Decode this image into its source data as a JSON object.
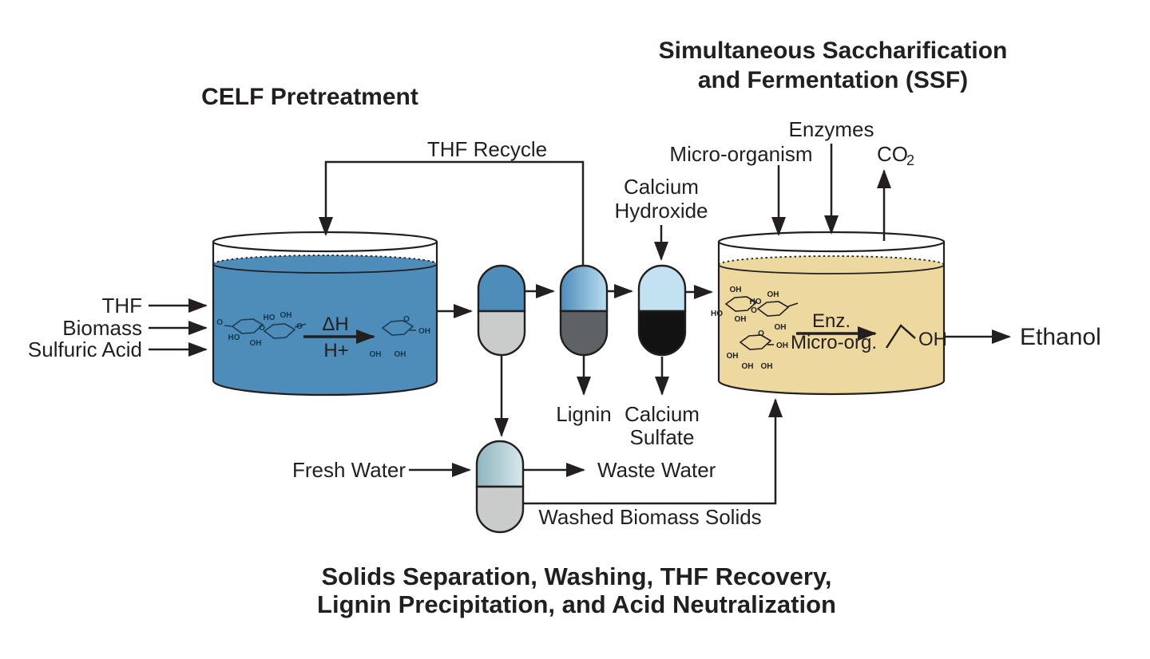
{
  "diagram": {
    "title_left": "CELF Pretreatment",
    "title_right_line1": "Simultaneous Saccharification",
    "title_right_line2": "and Fermentation (SSF)",
    "caption_line1": "Solids Separation, Washing, THF Recovery,",
    "caption_line2": "Lignin Precipitation, and Acid Neutralization"
  },
  "streams": {
    "thf": "THF",
    "biomass": "Biomass",
    "sulfuric_acid": "Sulfuric Acid",
    "thf_recycle": "THF Recycle",
    "calcium_hydroxide_line1": "Calcium",
    "calcium_hydroxide_line2": "Hydroxide",
    "micro_organism": "Micro-organism",
    "enzymes": "Enzymes",
    "co2_main": "CO",
    "co2_sub": "2",
    "lignin": "Lignin",
    "calcium_sulfate_line1": "Calcium",
    "calcium_sulfate_line2": "Sulfate",
    "fresh_water": "Fresh Water",
    "waste_water": "Waste Water",
    "washed_biomass_solids": "Washed Biomass Solids",
    "ethanol": "Ethanol"
  },
  "reactions": {
    "pretreatment_above": "ΔH",
    "pretreatment_below": "H+",
    "ssf_above": "Enz.",
    "ssf_below": "Micro-org.",
    "ethanol_oh": "OH"
  },
  "chem": {
    "oh": "OH",
    "ho": "HO",
    "o": "O"
  },
  "colors": {
    "outline": "#231f20",
    "pretreatment_liquid": "#4E8CBA",
    "ssf_liquid": "#EDD9A0",
    "separator_top_blue": "#4E8CBA",
    "separator_bottom_light_gray": "#C9CCCB",
    "separator_bottom_dark_gray": "#5E6265",
    "neutralizer_top_light_blue": "#C2E1F1",
    "neutralizer_bottom_black": "#121212",
    "wash_top_left": "#8FB4BE",
    "wash_top_right": "#D6E8EC",
    "gradient_blue_right": "#B9DDF0"
  }
}
